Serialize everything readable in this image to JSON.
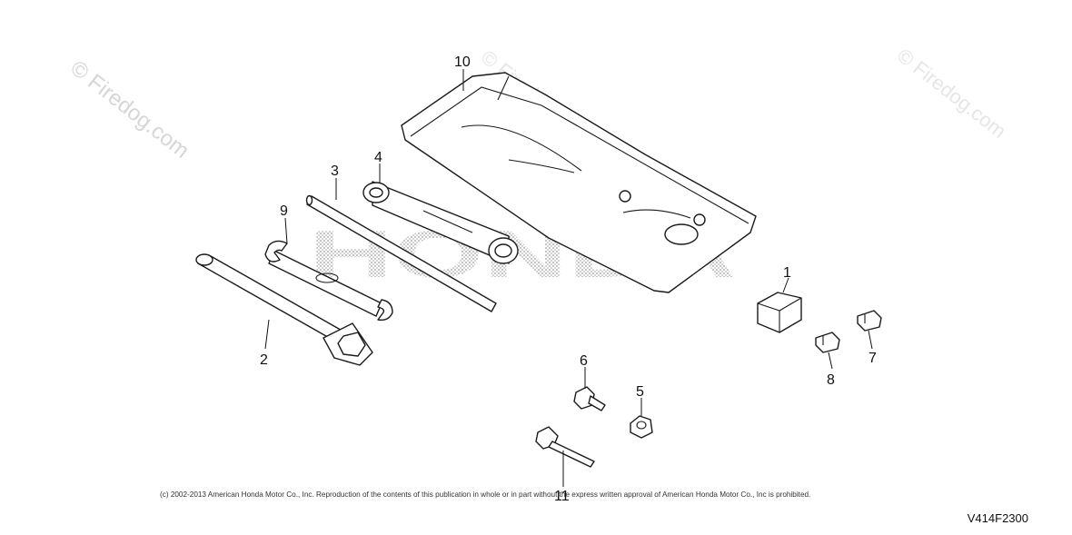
{
  "watermarks": {
    "left": "© Firedog.com",
    "center": "© Firedog.com",
    "right": "© Firedog.com",
    "brand": "HONDA"
  },
  "callouts": [
    "1",
    "2",
    "3",
    "4",
    "5",
    "6",
    "7",
    "8",
    "9",
    "10",
    "11"
  ],
  "footer": {
    "copyright": "(c) 2002-2013 American Honda Motor Co., Inc. Reproduction of the contents of this publication in whole or in part without the express written approval of American Honda Motor Co., Inc is prohibited.",
    "diagram_code": "V414F2300"
  }
}
